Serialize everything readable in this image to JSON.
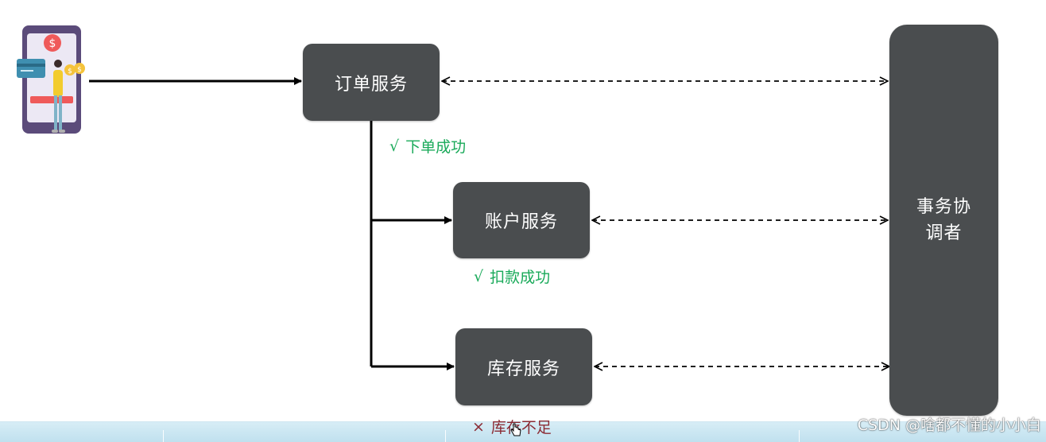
{
  "nodes": {
    "order": "订单服务",
    "account": "账户服务",
    "stock": "库存服务",
    "coordinator_line1": "事务协",
    "coordinator_line2": "调者"
  },
  "statuses": {
    "order": {
      "mark": "√",
      "text": "下单成功",
      "color": "#1aaa5a"
    },
    "account": {
      "mark": "√",
      "text": "扣款成功",
      "color": "#1aaa5a"
    },
    "stock": {
      "mark": "×",
      "text": "库存不足",
      "color": "#8a2a33"
    }
  },
  "icons": {
    "user": "mobile-payment-user-icon",
    "cursor": "hand-pointer-icon"
  },
  "colors": {
    "node_fill": "#4a4d4f",
    "node_text": "#ffffff",
    "success": "#1aaa5a",
    "failure": "#8a2a33",
    "arrow": "#000000"
  },
  "watermark": "CSDN @啥都不懂的小小白"
}
